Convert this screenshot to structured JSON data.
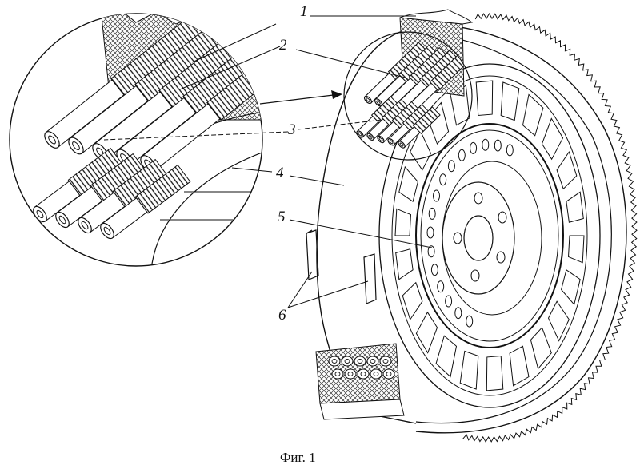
{
  "figure": {
    "caption": "Фиг. 1",
    "labels": [
      {
        "id": "label-1",
        "text": "1"
      },
      {
        "id": "label-2",
        "text": "2"
      },
      {
        "id": "label-3",
        "text": "3"
      },
      {
        "id": "label-4",
        "text": "4"
      },
      {
        "id": "label-5",
        "text": "5"
      },
      {
        "id": "label-6",
        "text": "6"
      }
    ]
  }
}
